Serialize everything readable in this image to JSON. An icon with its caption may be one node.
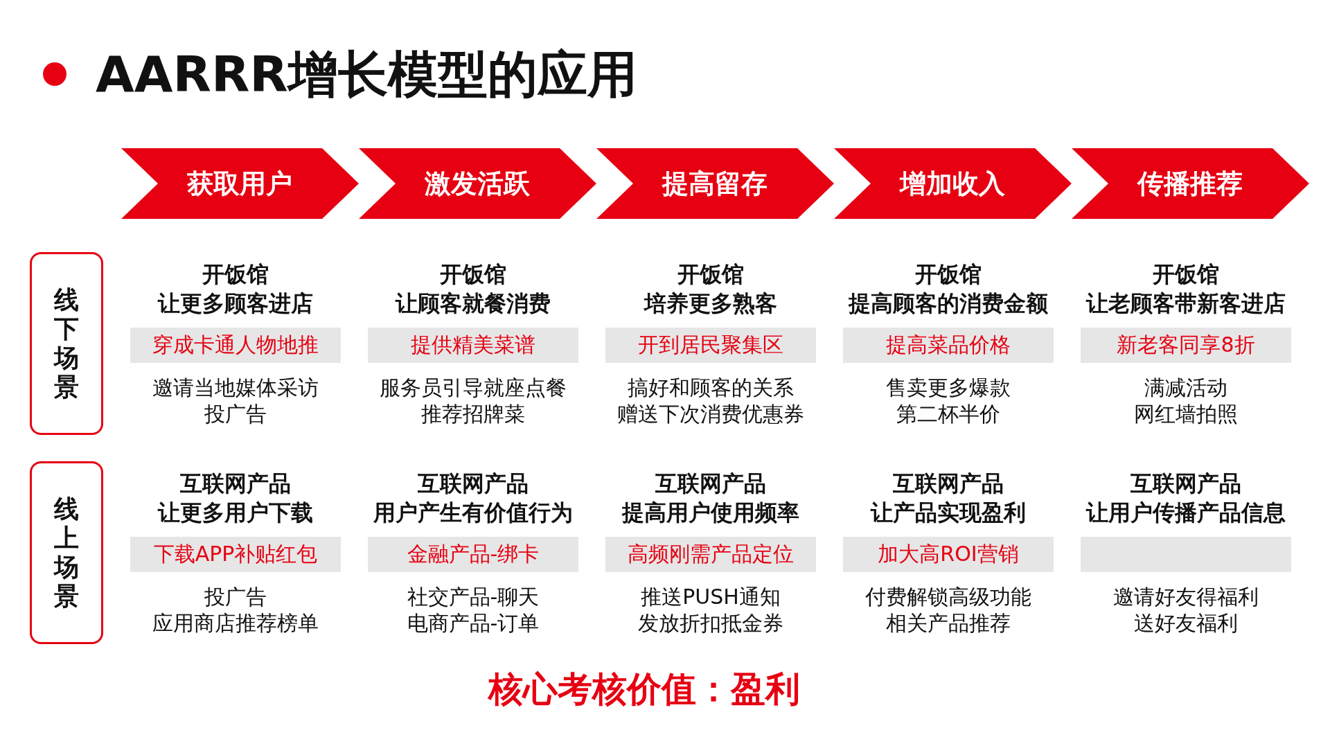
{
  "diagram": {
    "title": "AARRR增长模型的应用",
    "nodes": [
      {
        "text": [
          "获取用户"
        ]
      },
      {
        "text": [
          "激发活跃"
        ]
      },
      {
        "text": [
          "提高留存"
        ]
      },
      {
        "text": [
          "增加收入"
        ]
      },
      {
        "text": [
          "传播推荐"
        ]
      },
      {
        "text": [
          "线下场景"
        ]
      },
      {
        "text": [
          "线上场景"
        ]
      },
      {
        "text": [
          "穿成卡通人物地推"
        ]
      },
      {
        "text": [
          "提供精美菜谱"
        ]
      },
      {
        "text": [
          "开到居民聚集区"
        ]
      },
      {
        "text": [
          "提高菜品价格"
        ]
      },
      {
        "text": [
          "新老客同享8折"
        ]
      },
      {
        "text": [
          "下载APP补贴红包"
        ]
      },
      {
        "text": [
          "金融产品-绑卡"
        ]
      },
      {
        "text": [
          "高频刚需产品定位"
        ]
      },
      {
        "text": [
          "加大高ROI营销"
        ]
      },
      {
        "text": [],
        "shape": "bar"
      }
    ],
    "edges": [],
    "labels": [
      "开饭馆",
      "让更多顾客进店",
      "邀请当地媒体采访",
      "投广告",
      "开饭馆",
      "让顾客就餐消费",
      "服务员引导就座点餐",
      "推荐招牌菜",
      "开饭馆",
      "培养更多熟客",
      "搞好和顾客的关系",
      "赠送下次消费优惠券",
      "开饭馆",
      "提高顾客的消费金额",
      "售卖更多爆款",
      "第二杯半价",
      "开饭馆",
      "让老顾客带新客进店",
      "满减活动",
      "网红墙拍照",
      "互联网产品",
      "让更多用户下载",
      "投广告",
      "应用商店推荐榜单",
      "互联网产品",
      "用户产生有价值行为",
      "社交产品-聊天",
      "电商产品-订单",
      "互联网产品",
      "提高用户使用频率",
      "推送PUSH通知",
      "发放折扣抵金券",
      "互联网产品",
      "让产品实现盈利",
      "付费解锁高级功能",
      "相关产品推荐",
      "互联网产品",
      "让用户传播产品信息",
      "邀请好友得福利",
      "送好友福利"
    ],
    "caption": "核心考核价值：盈利"
  }
}
